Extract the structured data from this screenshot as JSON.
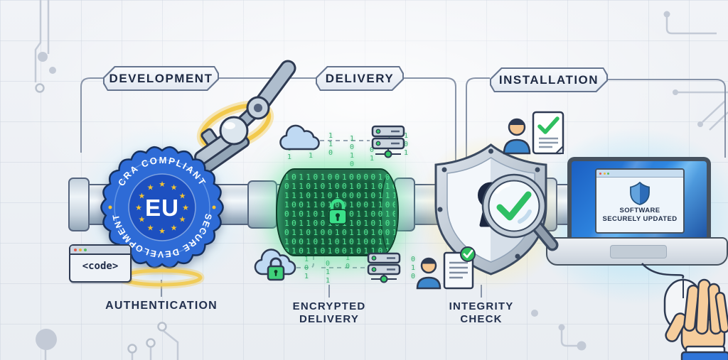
{
  "stages": [
    {
      "id": "development",
      "label": "DEVELOPMENT"
    },
    {
      "id": "delivery",
      "label": "DELIVERY"
    },
    {
      "id": "installation",
      "label": "INSTALLATION"
    }
  ],
  "badge": {
    "arc_top": "CRA COMPLIANT",
    "arc_bottom": "SECURE DEVELOPMENT",
    "center": "EU",
    "star_count": 12
  },
  "captions": {
    "authentication": "AUTHENTICATION",
    "encrypted_line1": "ENCRYPTED",
    "encrypted_line2": "DELIVERY",
    "integrity_line1": "INTEGRITY",
    "integrity_line2": "CHECK"
  },
  "code_window": {
    "label": "<code>"
  },
  "laptop": {
    "message_line1": "SOFTWARE",
    "message_line2": "SECURELY UPDATED"
  },
  "encryption": {
    "cylinder_binary": "1011010010000101\n0110101001011010\n1110110100010111\n1001101001001100\n0101011010110010\n1011001011010101\n0110100101101001\n1001011010100111\n0101101001011010",
    "float_top": [
      "1\n0\n1",
      "0\n1",
      "1\n1\n0",
      "1\n0\n1\n0",
      "0\n1",
      "1\n0\n0",
      "1\n0\n1"
    ],
    "float_bottom": [
      "1\n0\n1",
      "0\n1\n1",
      "1\n0",
      "0\n1\n0"
    ]
  },
  "colors": {
    "badge_blue": "#2e6bd6",
    "badge_inner_blue": "#1d50c0",
    "star_yellow": "#f5c431",
    "encryption_green": "#54e797",
    "check_green": "#2fbf5f",
    "halo_yellow": "#f2c94c",
    "screen_blue": "#2f86e0",
    "label_navy": "#1e2a44"
  }
}
